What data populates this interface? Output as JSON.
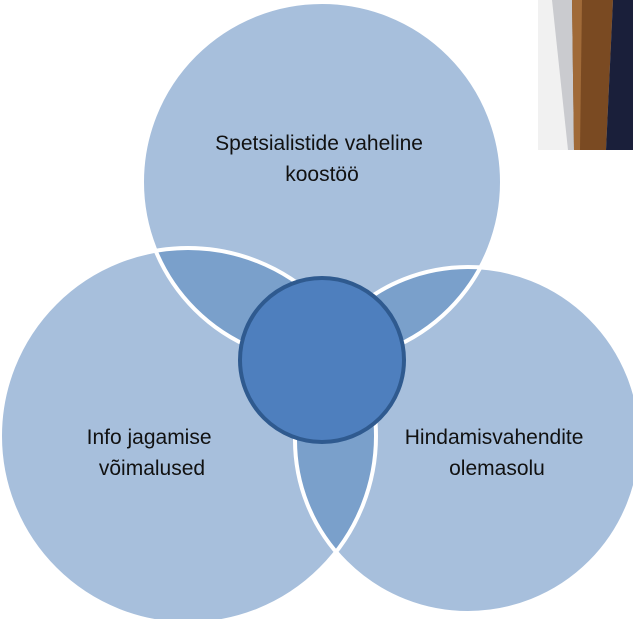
{
  "diagram": {
    "type": "venn-3",
    "colors": {
      "circle_fill": "#a7bfdc",
      "overlap_fill": "#7aa0cb",
      "center_fill": "#4e7fbe",
      "center_stroke": "#2f5a8f",
      "outline": "#ffffff"
    },
    "circles": [
      {
        "name": "top",
        "label_lines": [
          "Spetsialistide vaheline",
          "koostöö"
        ]
      },
      {
        "name": "left",
        "label_lines": [
          "Info jagamise",
          "võimalused"
        ]
      },
      {
        "name": "right",
        "label_lines": [
          "Hindamisvahendite",
          "olemasolu"
        ]
      }
    ]
  },
  "photo_fragment": {
    "colors": {
      "frame": "#7a4a22",
      "edge": "#a06a38",
      "shadow": "#1a1f3a",
      "paper": "#f1f1f1"
    }
  }
}
